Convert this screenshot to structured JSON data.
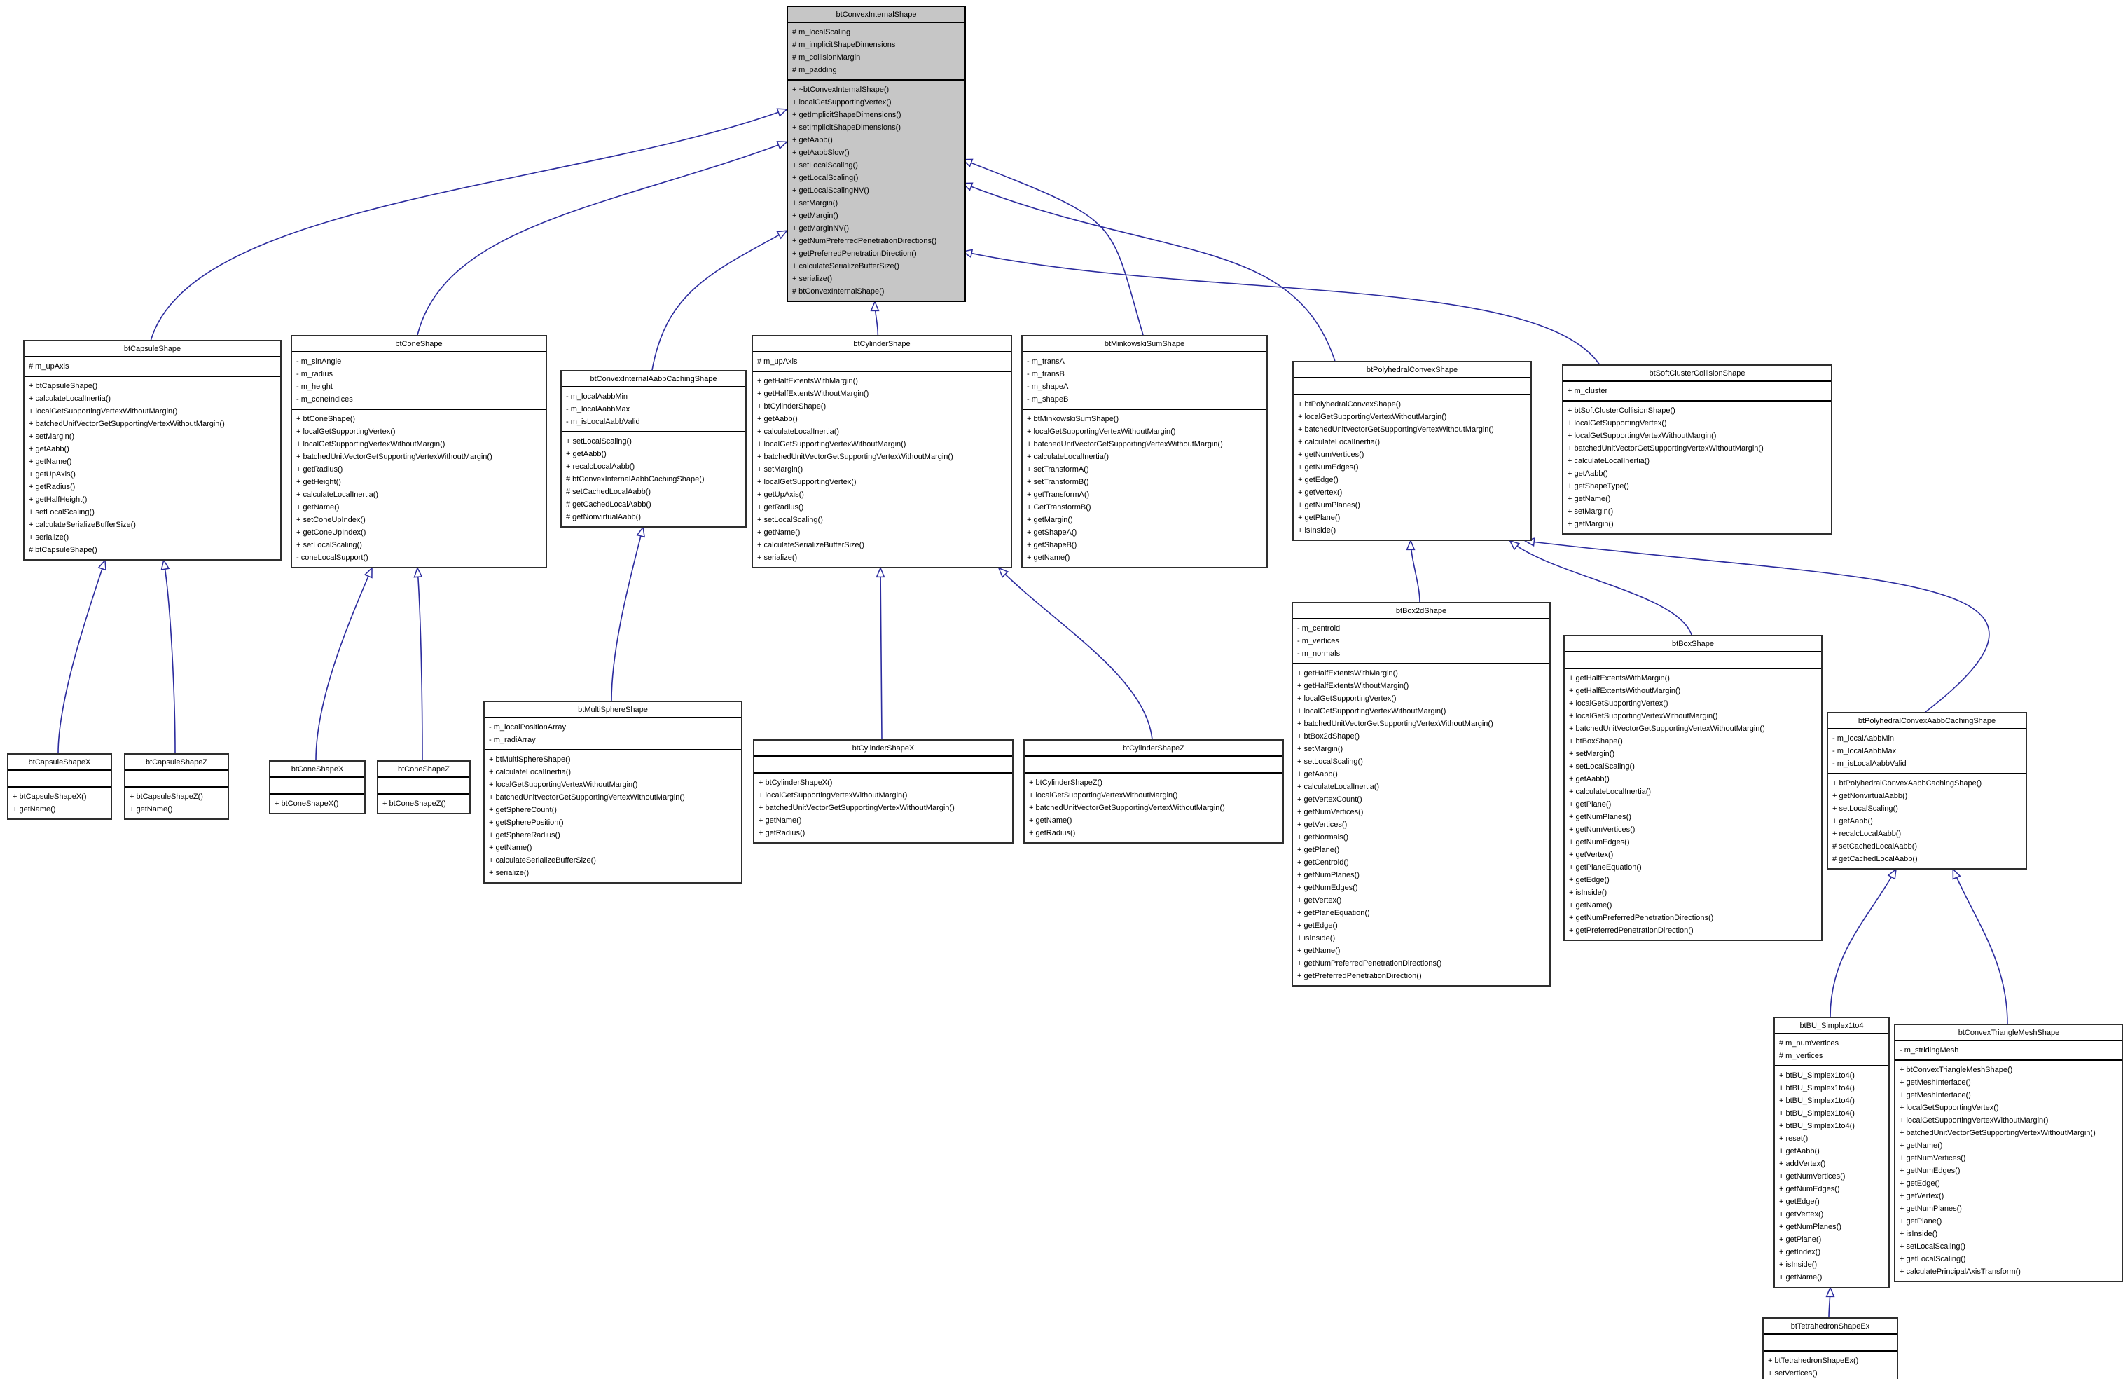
{
  "diagram": {
    "root_class": "btConvexInternalShape",
    "colors": {
      "edge": "#2b2b9e",
      "root_fill": "#c6c6c6",
      "node_fill": "#ffffff",
      "border": "#000000"
    },
    "classes": [
      {
        "id": "btConvexInternalShape",
        "name": "btConvexInternalShape",
        "root": true,
        "attributes": [
          "# m_localScaling",
          "# m_implicitShapeDimensions",
          "# m_collisionMargin",
          "# m_padding"
        ],
        "methods": [
          "+ ~btConvexInternalShape()",
          "+ localGetSupportingVertex()",
          "+ getImplicitShapeDimensions()",
          "+ setImplicitShapeDimensions()",
          "+ getAabb()",
          "+ getAabbSlow()",
          "+ setLocalScaling()",
          "+ getLocalScaling()",
          "+ getLocalScalingNV()",
          "+ setMargin()",
          "+ getMargin()",
          "+ getMarginNV()",
          "+ getNumPreferredPenetrationDirections()",
          "+ getPreferredPenetrationDirection()",
          "+ calculateSerializeBufferSize()",
          "+ serialize()",
          "# btConvexInternalShape()"
        ]
      },
      {
        "id": "btCapsuleShape",
        "name": "btCapsuleShape",
        "root": false,
        "attributes": [
          "# m_upAxis"
        ],
        "methods": [
          "+ btCapsuleShape()",
          "+ calculateLocalInertia()",
          "+ localGetSupportingVertexWithoutMargin()",
          "+ batchedUnitVectorGetSupportingVertexWithoutMargin()",
          "+ setMargin()",
          "+ getAabb()",
          "+ getName()",
          "+ getUpAxis()",
          "+ getRadius()",
          "+ getHalfHeight()",
          "+ setLocalScaling()",
          "+ calculateSerializeBufferSize()",
          "+ serialize()",
          "# btCapsuleShape()"
        ]
      },
      {
        "id": "btConeShape",
        "name": "btConeShape",
        "root": false,
        "attributes": [
          "- m_sinAngle",
          "- m_radius",
          "- m_height",
          "- m_coneIndices"
        ],
        "methods": [
          "+ btConeShape()",
          "+ localGetSupportingVertex()",
          "+ localGetSupportingVertexWithoutMargin()",
          "+ batchedUnitVectorGetSupportingVertexWithoutMargin()",
          "+ getRadius()",
          "+ getHeight()",
          "+ calculateLocalInertia()",
          "+ getName()",
          "+ setConeUpIndex()",
          "+ getConeUpIndex()",
          "+ setLocalScaling()",
          "- coneLocalSupport()"
        ]
      },
      {
        "id": "btConvexInternalAabbCachingShape",
        "name": "btConvexInternalAabbCachingShape",
        "root": false,
        "attributes": [
          "- m_localAabbMin",
          "- m_localAabbMax",
          "- m_isLocalAabbValid"
        ],
        "methods": [
          "+ setLocalScaling()",
          "+ getAabb()",
          "+ recalcLocalAabb()",
          "# btConvexInternalAabbCachingShape()",
          "# setCachedLocalAabb()",
          "# getCachedLocalAabb()",
          "# getNonvirtualAabb()"
        ]
      },
      {
        "id": "btCylinderShape",
        "name": "btCylinderShape",
        "root": false,
        "attributes": [
          "# m_upAxis"
        ],
        "methods": [
          "+ getHalfExtentsWithMargin()",
          "+ getHalfExtentsWithoutMargin()",
          "+ btCylinderShape()",
          "+ getAabb()",
          "+ calculateLocalInertia()",
          "+ localGetSupportingVertexWithoutMargin()",
          "+ batchedUnitVectorGetSupportingVertexWithoutMargin()",
          "+ setMargin()",
          "+ localGetSupportingVertex()",
          "+ getUpAxis()",
          "+ getRadius()",
          "+ setLocalScaling()",
          "+ getName()",
          "+ calculateSerializeBufferSize()",
          "+ serialize()"
        ]
      },
      {
        "id": "btMinkowskiSumShape",
        "name": "btMinkowskiSumShape",
        "root": false,
        "attributes": [
          "- m_transA",
          "- m_transB",
          "- m_shapeA",
          "- m_shapeB"
        ],
        "methods": [
          "+ btMinkowskiSumShape()",
          "+ localGetSupportingVertexWithoutMargin()",
          "+ batchedUnitVectorGetSupportingVertexWithoutMargin()",
          "+ calculateLocalInertia()",
          "+ setTransformA()",
          "+ setTransformB()",
          "+ getTransformA()",
          "+ GetTransformB()",
          "+ getMargin()",
          "+ getShapeA()",
          "+ getShapeB()",
          "+ getName()"
        ]
      },
      {
        "id": "btPolyhedralConvexShape",
        "name": "btPolyhedralConvexShape",
        "root": false,
        "attributes": [],
        "methods": [
          "+ btPolyhedralConvexShape()",
          "+ localGetSupportingVertexWithoutMargin()",
          "+ batchedUnitVectorGetSupportingVertexWithoutMargin()",
          "+ calculateLocalInertia()",
          "+ getNumVertices()",
          "+ getNumEdges()",
          "+ getEdge()",
          "+ getVertex()",
          "+ getNumPlanes()",
          "+ getPlane()",
          "+ isInside()"
        ]
      },
      {
        "id": "btSoftClusterCollisionShape",
        "name": "btSoftClusterCollisionShape",
        "root": false,
        "attributes": [
          "+ m_cluster"
        ],
        "methods": [
          "+ btSoftClusterCollisionShape()",
          "+ localGetSupportingVertex()",
          "+ localGetSupportingVertexWithoutMargin()",
          "+ batchedUnitVectorGetSupportingVertexWithoutMargin()",
          "+ calculateLocalInertia()",
          "+ getAabb()",
          "+ getShapeType()",
          "+ getName()",
          "+ setMargin()",
          "+ getMargin()"
        ]
      },
      {
        "id": "btCapsuleShapeX",
        "name": "btCapsuleShapeX",
        "root": false,
        "attributes": [],
        "methods": [
          "+ btCapsuleShapeX()",
          "+ getName()"
        ]
      },
      {
        "id": "btCapsuleShapeZ",
        "name": "btCapsuleShapeZ",
        "root": false,
        "attributes": [],
        "methods": [
          "+ btCapsuleShapeZ()",
          "+ getName()"
        ]
      },
      {
        "id": "btConeShapeX",
        "name": "btConeShapeX",
        "root": false,
        "attributes": [],
        "methods": [
          "+ btConeShapeX()"
        ]
      },
      {
        "id": "btConeShapeZ",
        "name": "btConeShapeZ",
        "root": false,
        "attributes": [],
        "methods": [
          "+ btConeShapeZ()"
        ]
      },
      {
        "id": "btMultiSphereShape",
        "name": "btMultiSphereShape",
        "root": false,
        "attributes": [
          "- m_localPositionArray",
          "- m_radiArray"
        ],
        "methods": [
          "+ btMultiSphereShape()",
          "+ calculateLocalInertia()",
          "+ localGetSupportingVertexWithoutMargin()",
          "+ batchedUnitVectorGetSupportingVertexWithoutMargin()",
          "+ getSphereCount()",
          "+ getSpherePosition()",
          "+ getSphereRadius()",
          "+ getName()",
          "+ calculateSerializeBufferSize()",
          "+ serialize()"
        ]
      },
      {
        "id": "btCylinderShapeX",
        "name": "btCylinderShapeX",
        "root": false,
        "attributes": [],
        "methods": [
          "+ btCylinderShapeX()",
          "+ localGetSupportingVertexWithoutMargin()",
          "+ batchedUnitVectorGetSupportingVertexWithoutMargin()",
          "+ getName()",
          "+ getRadius()"
        ]
      },
      {
        "id": "btCylinderShapeZ",
        "name": "btCylinderShapeZ",
        "root": false,
        "attributes": [],
        "methods": [
          "+ btCylinderShapeZ()",
          "+ localGetSupportingVertexWithoutMargin()",
          "+ batchedUnitVectorGetSupportingVertexWithoutMargin()",
          "+ getName()",
          "+ getRadius()"
        ]
      },
      {
        "id": "btBox2dShape",
        "name": "btBox2dShape",
        "root": false,
        "attributes": [
          "- m_centroid",
          "- m_vertices",
          "- m_normals"
        ],
        "methods": [
          "+ getHalfExtentsWithMargin()",
          "+ getHalfExtentsWithoutMargin()",
          "+ localGetSupportingVertex()",
          "+ localGetSupportingVertexWithoutMargin()",
          "+ batchedUnitVectorGetSupportingVertexWithoutMargin()",
          "+ btBox2dShape()",
          "+ setMargin()",
          "+ setLocalScaling()",
          "+ getAabb()",
          "+ calculateLocalInertia()",
          "+ getVertexCount()",
          "+ getNumVertices()",
          "+ getVertices()",
          "+ getNormals()",
          "+ getPlane()",
          "+ getCentroid()",
          "+ getNumPlanes()",
          "+ getNumEdges()",
          "+ getVertex()",
          "+ getPlaneEquation()",
          "+ getEdge()",
          "+ isInside()",
          "+ getName()",
          "+ getNumPreferredPenetrationDirections()",
          "+ getPreferredPenetrationDirection()"
        ]
      },
      {
        "id": "btBoxShape",
        "name": "btBoxShape",
        "root": false,
        "attributes": [],
        "methods": [
          "+ getHalfExtentsWithMargin()",
          "+ getHalfExtentsWithoutMargin()",
          "+ localGetSupportingVertex()",
          "+ localGetSupportingVertexWithoutMargin()",
          "+ batchedUnitVectorGetSupportingVertexWithoutMargin()",
          "+ btBoxShape()",
          "+ setMargin()",
          "+ setLocalScaling()",
          "+ getAabb()",
          "+ calculateLocalInertia()",
          "+ getPlane()",
          "+ getNumPlanes()",
          "+ getNumVertices()",
          "+ getNumEdges()",
          "+ getVertex()",
          "+ getPlaneEquation()",
          "+ getEdge()",
          "+ isInside()",
          "+ getName()",
          "+ getNumPreferredPenetrationDirections()",
          "+ getPreferredPenetrationDirection()"
        ]
      },
      {
        "id": "btPolyhedralConvexAabbCachingShape",
        "name": "btPolyhedralConvexAabbCachingShape",
        "root": false,
        "attributes": [
          "- m_localAabbMin",
          "- m_localAabbMax",
          "- m_isLocalAabbValid"
        ],
        "methods": [
          "+ btPolyhedralConvexAabbCachingShape()",
          "+ getNonvirtualAabb()",
          "+ setLocalScaling()",
          "+ getAabb()",
          "+ recalcLocalAabb()",
          "# setCachedLocalAabb()",
          "# getCachedLocalAabb()"
        ]
      },
      {
        "id": "btBU_Simplex1to4",
        "name": "btBU_Simplex1to4",
        "root": false,
        "attributes": [
          "# m_numVertices",
          "# m_vertices"
        ],
        "methods": [
          "+ btBU_Simplex1to4()",
          "+ btBU_Simplex1to4()",
          "+ btBU_Simplex1to4()",
          "+ btBU_Simplex1to4()",
          "+ btBU_Simplex1to4()",
          "+ reset()",
          "+ getAabb()",
          "+ addVertex()",
          "+ getNumVertices()",
          "+ getNumEdges()",
          "+ getEdge()",
          "+ getVertex()",
          "+ getNumPlanes()",
          "+ getPlane()",
          "+ getIndex()",
          "+ isInside()",
          "+ getName()"
        ]
      },
      {
        "id": "btConvexTriangleMeshShape",
        "name": "btConvexTriangleMeshShape",
        "root": false,
        "attributes": [
          "- m_stridingMesh"
        ],
        "methods": [
          "+ btConvexTriangleMeshShape()",
          "+ getMeshInterface()",
          "+ getMeshInterface()",
          "+ localGetSupportingVertex()",
          "+ localGetSupportingVertexWithoutMargin()",
          "+ batchedUnitVectorGetSupportingVertexWithoutMargin()",
          "+ getName()",
          "+ getNumVertices()",
          "+ getNumEdges()",
          "+ getEdge()",
          "+ getVertex()",
          "+ getNumPlanes()",
          "+ getPlane()",
          "+ isInside()",
          "+ setLocalScaling()",
          "+ getLocalScaling()",
          "+ calculatePrincipalAxisTransform()"
        ]
      },
      {
        "id": "btTetrahedronShapeEx",
        "name": "btTetrahedronShapeEx",
        "root": false,
        "attributes": [],
        "methods": [
          "+ btTetrahedronShapeEx()",
          "+ setVertices()"
        ]
      }
    ],
    "inheritance": [
      {
        "child": "btCapsuleShape",
        "parent": "btConvexInternalShape"
      },
      {
        "child": "btConeShape",
        "parent": "btConvexInternalShape"
      },
      {
        "child": "btConvexInternalAabbCachingShape",
        "parent": "btConvexInternalShape"
      },
      {
        "child": "btCylinderShape",
        "parent": "btConvexInternalShape"
      },
      {
        "child": "btMinkowskiSumShape",
        "parent": "btConvexInternalShape"
      },
      {
        "child": "btPolyhedralConvexShape",
        "parent": "btConvexInternalShape"
      },
      {
        "child": "btSoftClusterCollisionShape",
        "parent": "btConvexInternalShape"
      },
      {
        "child": "btCapsuleShapeX",
        "parent": "btCapsuleShape"
      },
      {
        "child": "btCapsuleShapeZ",
        "parent": "btCapsuleShape"
      },
      {
        "child": "btConeShapeX",
        "parent": "btConeShape"
      },
      {
        "child": "btConeShapeZ",
        "parent": "btConeShape"
      },
      {
        "child": "btMultiSphereShape",
        "parent": "btConvexInternalAabbCachingShape"
      },
      {
        "child": "btCylinderShapeX",
        "parent": "btCylinderShape"
      },
      {
        "child": "btCylinderShapeZ",
        "parent": "btCylinderShape"
      },
      {
        "child": "btBox2dShape",
        "parent": "btPolyhedralConvexShape"
      },
      {
        "child": "btBoxShape",
        "parent": "btPolyhedralConvexShape"
      },
      {
        "child": "btPolyhedralConvexAabbCachingShape",
        "parent": "btPolyhedralConvexShape"
      },
      {
        "child": "btBU_Simplex1to4",
        "parent": "btPolyhedralConvexAabbCachingShape"
      },
      {
        "child": "btConvexTriangleMeshShape",
        "parent": "btPolyhedralConvexAabbCachingShape"
      },
      {
        "child": "btTetrahedronShapeEx",
        "parent": "btBU_Simplex1to4"
      }
    ]
  }
}
